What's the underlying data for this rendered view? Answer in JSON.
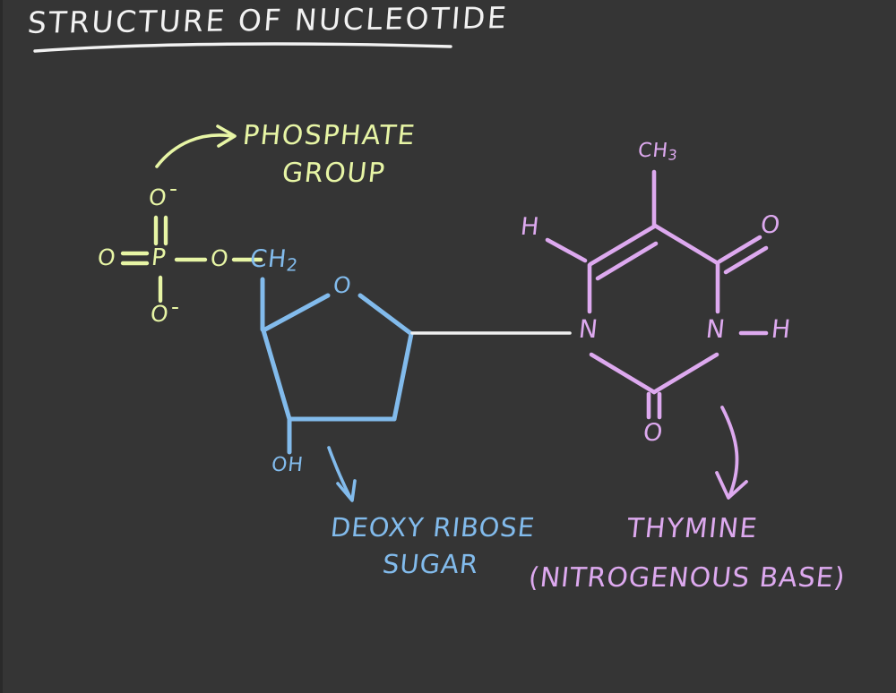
{
  "page": {
    "background_color": "#353535",
    "title": "STRUCTURE OF NUCLEOTIDE",
    "title_color": "#f2f2f2"
  },
  "colors": {
    "phosphate": "#e7f5a5",
    "sugar": "#82bbec",
    "base": "#dda9ef",
    "glycosidic_bond": "#f0f0f0",
    "background": "#353535"
  },
  "phosphate_group": {
    "label_line1": "PHOSPHATE",
    "label_line2": "GROUP",
    "color": "#e7f5a5",
    "atoms": {
      "o_top": "O",
      "charge_top": "-",
      "o_left": "O",
      "p_center": "P",
      "o_ester": "O",
      "o_bottom": "O",
      "charge_bottom": "-"
    }
  },
  "sugar": {
    "label_line1": "DEOXY RIBOSE",
    "label_line2": "SUGAR",
    "color": "#82bbec",
    "atoms": {
      "ch2": "CH",
      "ch2_sub": "2",
      "o_ring": "O",
      "oh": "OH"
    }
  },
  "base": {
    "label_line1": "THYMINE",
    "label_line2": "(NITROGENOUS BASE)",
    "color": "#dda9ef",
    "atoms": {
      "ch3": "CH",
      "ch3_sub": "3",
      "h_left": "H",
      "o_upper_right": "O",
      "n_left": "N",
      "n_right": "N",
      "h_right": "H",
      "o_bottom": "O"
    }
  },
  "annotations": {
    "phosphate_arrow": "curved-arrow-to-phosphate-label",
    "sugar_arrow": "curved-arrow-to-sugar-label",
    "base_arrow": "curved-arrow-to-base-label"
  },
  "chart_data": {
    "type": "diagram",
    "title": "STRUCTURE OF NUCLEOTIDE",
    "components": [
      {
        "name": "PHOSPHATE GROUP",
        "color": "#e7f5a5",
        "atoms": [
          "O",
          "O-",
          "P",
          "O",
          "O-"
        ]
      },
      {
        "name": "DEOXY RIBOSE SUGAR",
        "color": "#82bbec",
        "atoms": [
          "CH2",
          "O",
          "OH"
        ]
      },
      {
        "name": "THYMINE (NITROGENOUS BASE)",
        "color": "#dda9ef",
        "atoms": [
          "CH3",
          "H",
          "O",
          "N",
          "N",
          "H",
          "O"
        ]
      }
    ]
  }
}
